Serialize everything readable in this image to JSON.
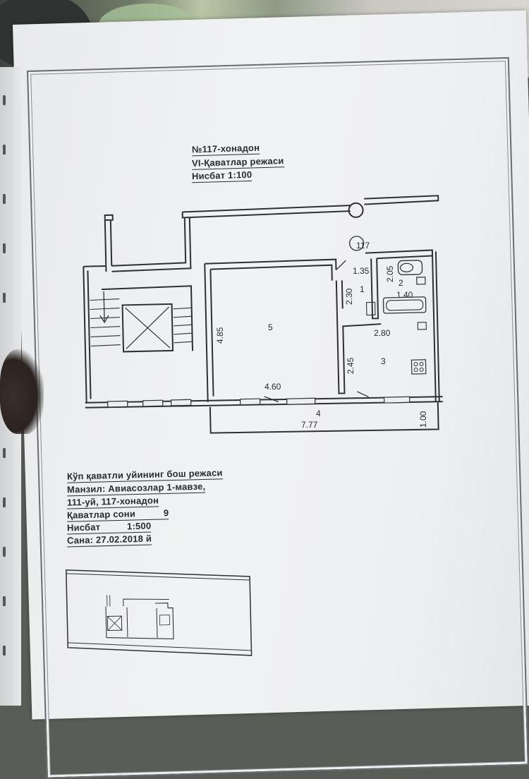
{
  "header": {
    "apartment": "№117-хонадон",
    "floor_plan": "VI-Қаватлар режаси",
    "scale": "Нисбат 1:100"
  },
  "plan": {
    "marker": "117",
    "rooms": {
      "r1": "1",
      "r2": "2",
      "r3": "3",
      "r4": "4",
      "r5": "5"
    },
    "dims": {
      "d135": "1.35",
      "d205": "2.05",
      "d140": "1.40",
      "d230": "2.30",
      "d280": "2.80",
      "d485": "4.85",
      "d245": "2.45",
      "d460": "4.60",
      "d777": "7.77",
      "d100": "1.00"
    }
  },
  "info": {
    "title": "Кўп қаватли уйининг бош режаси",
    "address_1": "Манзил: Авиасозлар 1-мавзе,",
    "address_2": "111-уй, 117-хонадон",
    "floors_label": "Қаватлар сони",
    "floors_value": "9",
    "scale_label": "Нисбат",
    "scale_value": "1:500",
    "date": "Сана: 27.02.2018 й"
  }
}
